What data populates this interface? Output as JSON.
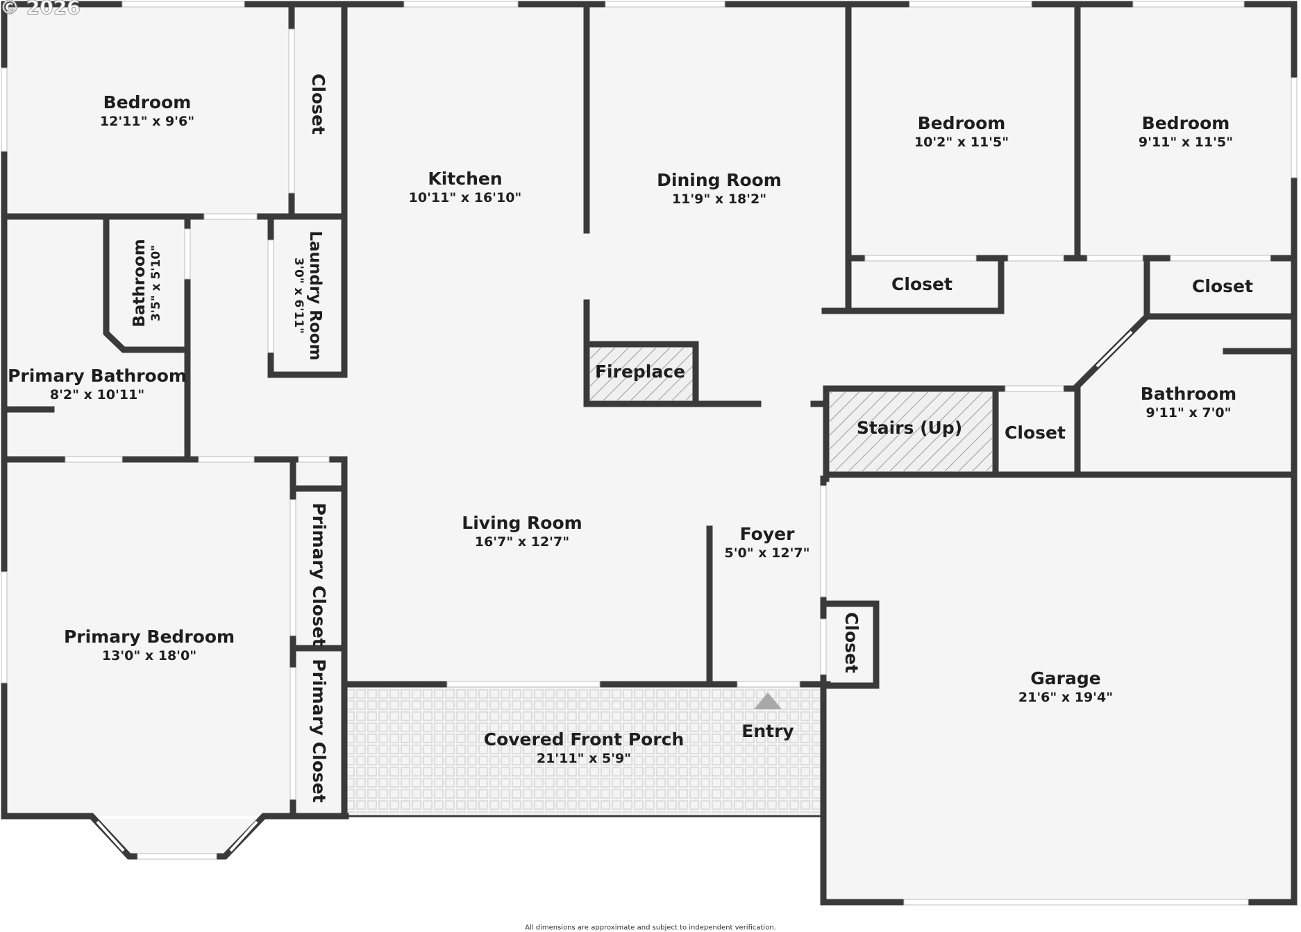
{
  "copyright": "© 2026",
  "disclaimer": "All dimensions are approximate and subject to independent verification.",
  "colors": {
    "wall": "#3a3a3a",
    "floor": "#f5f5f5",
    "window": "#ffffff",
    "hatch": "#9a9a9a",
    "entry_arrow": "#a8a8a8"
  },
  "rooms": {
    "bedroom_nw": {
      "name": "Bedroom",
      "dims": "12'11\" x 9'6\""
    },
    "closet_nw": {
      "name": "Closet"
    },
    "kitchen": {
      "name": "Kitchen",
      "dims": "10'11\" x 16'10\""
    },
    "dining": {
      "name": "Dining Room",
      "dims": "11'9\" x 18'2\""
    },
    "bedroom_ne1": {
      "name": "Bedroom",
      "dims": "10'2\" x 11'5\""
    },
    "bedroom_ne2": {
      "name": "Bedroom",
      "dims": "9'11\" x 11'5\""
    },
    "bathroom_small": {
      "name": "Bathroom",
      "dims": "3'5\" x 5'10\""
    },
    "laundry": {
      "name": "Laundry Room",
      "dims": "3'0\" x 6'11\""
    },
    "closet_ne1": {
      "name": "Closet"
    },
    "closet_ne2": {
      "name": "Closet"
    },
    "fireplace": {
      "name": "Fireplace"
    },
    "primary_bath": {
      "name": "Primary Bathroom",
      "dims": "8'2\" x 10'11\""
    },
    "stairs": {
      "name": "Stairs (Up)"
    },
    "closet_hall": {
      "name": "Closet"
    },
    "bathroom_e": {
      "name": "Bathroom",
      "dims": "9'11\" x 7'0\""
    },
    "living": {
      "name": "Living Room",
      "dims": "16'7\" x 12'7\""
    },
    "foyer": {
      "name": "Foyer",
      "dims": "5'0\" x 12'7\""
    },
    "primary_closet_1": {
      "name": "Primary Closet"
    },
    "primary_closet_2": {
      "name": "Primary Closet"
    },
    "primary_bedroom": {
      "name": "Primary Bedroom",
      "dims": "13'0\" x 18'0\""
    },
    "closet_garage": {
      "name": "Closet"
    },
    "garage": {
      "name": "Garage",
      "dims": "21'6\" x 19'4\""
    },
    "porch": {
      "name": "Covered Front Porch",
      "dims": "21'11\" x 5'9\""
    },
    "entry": {
      "name": "Entry"
    }
  }
}
